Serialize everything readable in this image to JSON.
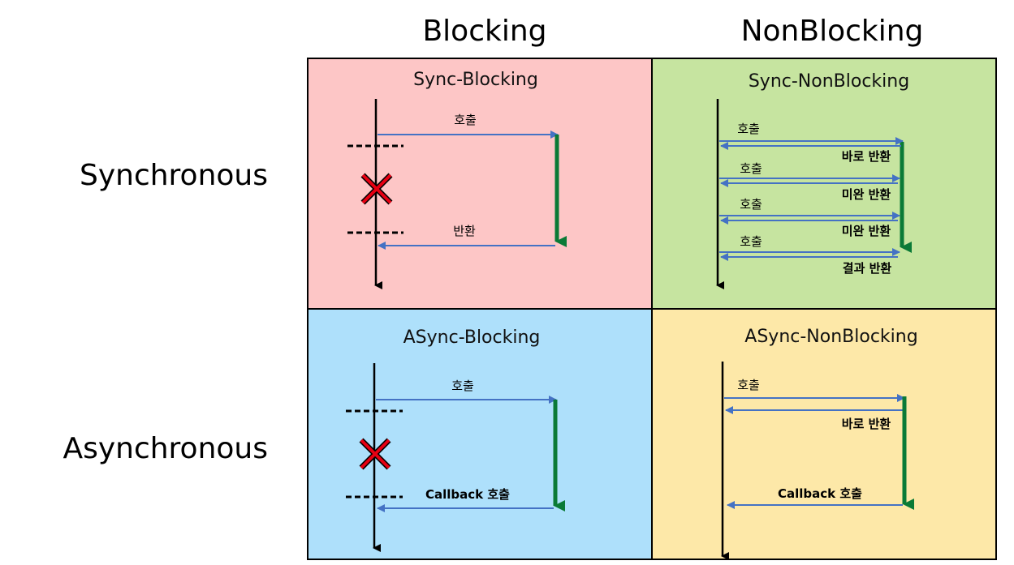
{
  "headers": {
    "col_blocking": "Blocking",
    "col_nonblocking": "NonBlocking",
    "row_sync": "Synchronous",
    "row_async": "Asynchronous"
  },
  "quadrants": {
    "sync_blocking": {
      "title": "Sync-Blocking",
      "call": "호출",
      "return": "반환",
      "color": "#fdc6c6"
    },
    "sync_nonblocking": {
      "title": "Sync-NonBlocking",
      "call1": "호출",
      "ret1": "바로 반환",
      "call2": "호출",
      "ret2": "미완 반환",
      "call3": "호출",
      "ret3": "미완 반환",
      "call4": "호출",
      "ret4": "결과 반환",
      "color": "#c6e4a0"
    },
    "async_blocking": {
      "title": "ASync-Blocking",
      "call": "호출",
      "callback": "Callback 호출",
      "color": "#aee0fb"
    },
    "async_nonblocking": {
      "title": "ASync-NonBlocking",
      "call": "호출",
      "ret": "바로 반환",
      "callback": "Callback 호출",
      "color": "#fde8a8"
    }
  },
  "colors": {
    "arrow_blue": "#4472c4",
    "arrow_green": "#0a7a36",
    "block_x": "#e60012",
    "line": "#000000"
  }
}
